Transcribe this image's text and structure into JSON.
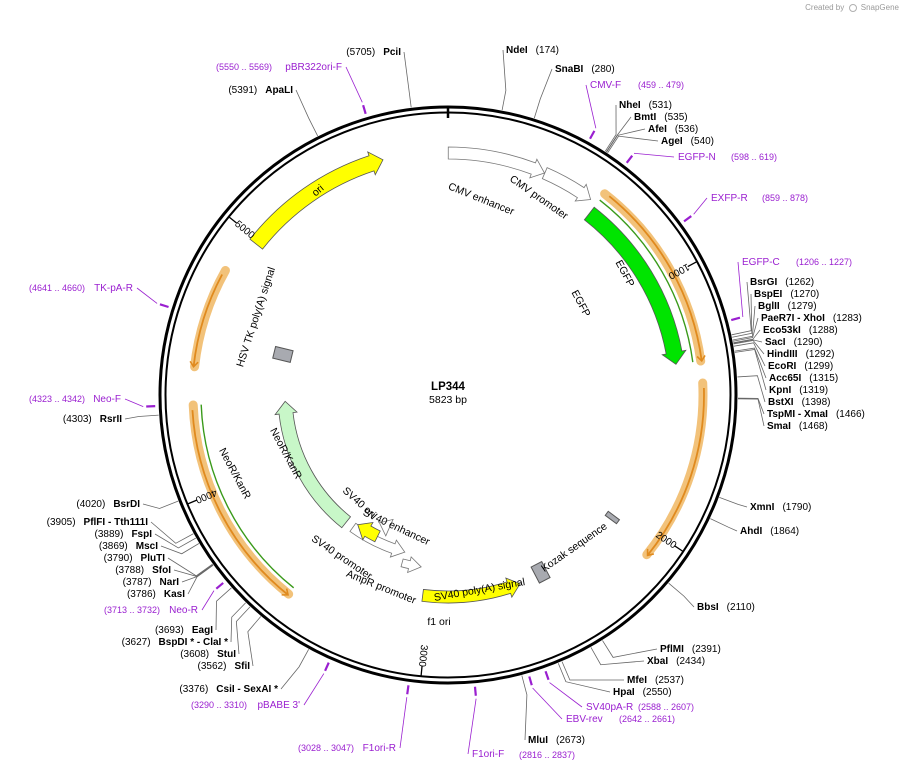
{
  "watermark": {
    "prefix": "Created by",
    "brand": "SnapGene",
    "logo_icon": "snapgene-logo-icon"
  },
  "plasmid": {
    "name": "LP344",
    "length_label": "5823 bp",
    "length_bp": 5823
  },
  "colors": {
    "backbone": "#000000",
    "egfp": "#00e400",
    "neo": "#c8f7c8",
    "ori": "#ffff00",
    "primer": "#9a1fd0",
    "orf_outline": "#f2c27a",
    "orf_arrow": "#e08a1e",
    "grey_box": "#a8aab0"
  },
  "ticks": [
    {
      "bp": 1000,
      "label": "1000"
    },
    {
      "bp": 2000,
      "label": "2000"
    },
    {
      "bp": 3000,
      "label": "3000"
    },
    {
      "bp": 4000,
      "label": "4000"
    },
    {
      "bp": 5000,
      "label": "5000"
    }
  ],
  "features": [
    {
      "name": "CMV enhancer",
      "start": 1,
      "end": 380,
      "type": "outline"
    },
    {
      "name": "CMV promoter",
      "start": 381,
      "end": 584,
      "type": "outline"
    },
    {
      "name": "EGFP",
      "start": 613,
      "end": 1332,
      "type": "egfp"
    },
    {
      "name": "Kozak sequence",
      "start": 2045,
      "end": 2054,
      "type": "box"
    },
    {
      "name": "SV40 poly(A) signal",
      "start": 2405,
      "end": 2526,
      "type": "box"
    },
    {
      "name": "f1 ori",
      "start": 2573,
      "end": 3028,
      "type": "ori",
      "reverse": true
    },
    {
      "name": "AmpR promoter",
      "start": 3055,
      "end": 3159,
      "type": "outline",
      "reverse": true
    },
    {
      "name": "SV40 promoter",
      "start": 3160,
      "end": 3489,
      "type": "outline",
      "reverse": true
    },
    {
      "name": "SV40 enhancer",
      "start": 3297,
      "end": 3368,
      "type": "outline"
    },
    {
      "name": "SV40 ori",
      "start": 3340,
      "end": 3475,
      "type": "ori"
    },
    {
      "name": "NeoR/KanR",
      "start": 3537,
      "end": 4331,
      "type": "neo"
    },
    {
      "name": "HSV TK poly(A) signal",
      "start": 4567,
      "end": 4614,
      "type": "box"
    },
    {
      "name": "ori",
      "start": 4985,
      "end": 5573,
      "type": "ori"
    }
  ],
  "orfs": [
    {
      "start": 613,
      "end": 1332,
      "direction": "cw",
      "inner": "EGFP"
    },
    {
      "start": 1412,
      "end": 2083,
      "direction": "cw",
      "inner": ""
    },
    {
      "start": 3537,
      "end": 4331,
      "direction": "ccw",
      "inner": "NeoR/KanR"
    },
    {
      "start": 4470,
      "end": 4840,
      "direction": "ccw",
      "inner": ""
    }
  ],
  "primer_marks": [
    {
      "bp": 469,
      "name": "CMV-F",
      "range": "(459 .. 479)"
    },
    {
      "bp": 608,
      "name": "EGFP-N",
      "range": "(598 .. 619)"
    },
    {
      "bp": 1216,
      "name": "EGFP-C",
      "range": "(1206 .. 1227)"
    },
    {
      "bp": 2597,
      "name": "SV40pA-R",
      "range": "(2588 .. 2607)"
    },
    {
      "bp": 2651,
      "name": "EBV-rev",
      "range": "(2642 .. 2661)"
    },
    {
      "bp": 2826,
      "name": "F1ori-F",
      "range": "(2816 .. 2837)"
    },
    {
      "bp": 3037,
      "name": "F1ori-R",
      "range": "(3028 .. 3047)"
    },
    {
      "bp": 3300,
      "name": "pBABE 3'",
      "range": "(3290 .. 3310)"
    },
    {
      "bp": 3722,
      "name": "Neo-R",
      "range": "(3713 .. 3732)"
    },
    {
      "bp": 4332,
      "name": "Neo-F",
      "range": "(4323 .. 4342)"
    },
    {
      "bp": 4650,
      "name": "TK-pA-R",
      "range": "(4641 .. 4660)"
    },
    {
      "bp": 5559,
      "name": "pBR322ori-F",
      "range": "(5550 .. 5569)"
    }
  ],
  "xfp_primer": {
    "bp": 868,
    "name": "EXFP-R",
    "range": "(859 .. 878)"
  },
  "enzymes": [
    {
      "name": "NdeI",
      "pos": "(174)",
      "bp": 174,
      "side": "right"
    },
    {
      "name": "SnaBI",
      "pos": "(280)",
      "bp": 280,
      "side": "right"
    },
    {
      "name": "NheI",
      "pos": "(531)",
      "bp": 531,
      "side": "right"
    },
    {
      "name": "BmtI",
      "pos": "(535)",
      "bp": 535,
      "side": "right"
    },
    {
      "name": "AfeI",
      "pos": "(536)",
      "bp": 536,
      "side": "right"
    },
    {
      "name": "AgeI",
      "pos": "(540)",
      "bp": 540,
      "side": "right"
    },
    {
      "name": "BsrGI",
      "pos": "(1262)",
      "bp": 1262,
      "side": "right"
    },
    {
      "name": "BspEI",
      "pos": "(1270)",
      "bp": 1270,
      "side": "right"
    },
    {
      "name": "BglII",
      "pos": "(1279)",
      "bp": 1279,
      "side": "right"
    },
    {
      "name": "PaeR7I  - XhoI",
      "pos": "(1283)",
      "bp": 1283,
      "side": "right"
    },
    {
      "name": "Eco53kI",
      "pos": "(1288)",
      "bp": 1288,
      "side": "right"
    },
    {
      "name": "SacI",
      "pos": "(1290)",
      "bp": 1290,
      "side": "right"
    },
    {
      "name": "HindIII",
      "pos": "(1292)",
      "bp": 1292,
      "side": "right"
    },
    {
      "name": "EcoRI",
      "pos": "(1299)",
      "bp": 1299,
      "side": "right"
    },
    {
      "name": "Acc65I",
      "pos": "(1315)",
      "bp": 1315,
      "side": "right"
    },
    {
      "name": "KpnI",
      "pos": "(1319)",
      "bp": 1319,
      "side": "right"
    },
    {
      "name": "BstXI",
      "pos": "(1398)",
      "bp": 1398,
      "side": "right"
    },
    {
      "name": "TspMI  - XmaI",
      "pos": "(1466)",
      "bp": 1466,
      "side": "right"
    },
    {
      "name": "SmaI",
      "pos": "(1468)",
      "bp": 1468,
      "side": "right"
    },
    {
      "name": "XmnI",
      "pos": "(1790)",
      "bp": 1790,
      "side": "right"
    },
    {
      "name": "AhdI",
      "pos": "(1864)",
      "bp": 1864,
      "side": "right"
    },
    {
      "name": "BbsI",
      "pos": "(2110)",
      "bp": 2110,
      "side": "right"
    },
    {
      "name": "PflMI",
      "pos": "(2391)",
      "bp": 2391,
      "side": "right"
    },
    {
      "name": "XbaI",
      "pos": "(2434)",
      "bp": 2434,
      "side": "right"
    },
    {
      "name": "MfeI",
      "pos": "(2537)",
      "bp": 2537,
      "side": "right"
    },
    {
      "name": "HpaI",
      "pos": "(2550)",
      "bp": 2550,
      "side": "right"
    },
    {
      "name": "MluI",
      "pos": "(2673)",
      "bp": 2673,
      "side": "right"
    },
    {
      "name": "CsiI  - SexAI *",
      "pos": "(3376)",
      "bp": 3376,
      "side": "left"
    },
    {
      "name": "SfiI",
      "pos": "(3562)",
      "bp": 3562,
      "side": "left"
    },
    {
      "name": "StuI",
      "pos": "(3608)",
      "bp": 3608,
      "side": "left"
    },
    {
      "name": "BspDI *  - ClaI *",
      "pos": "(3627)",
      "bp": 3627,
      "side": "left"
    },
    {
      "name": "EagI",
      "pos": "(3693)",
      "bp": 3693,
      "side": "left"
    },
    {
      "name": "KasI",
      "pos": "(3786)",
      "bp": 3786,
      "side": "left"
    },
    {
      "name": "NarI",
      "pos": "(3787)",
      "bp": 3787,
      "side": "left"
    },
    {
      "name": "SfoI",
      "pos": "(3788)",
      "bp": 3788,
      "side": "left"
    },
    {
      "name": "PluTI",
      "pos": "(3790)",
      "bp": 3790,
      "side": "left"
    },
    {
      "name": "MscI",
      "pos": "(3869)",
      "bp": 3869,
      "side": "left"
    },
    {
      "name": "FspI",
      "pos": "(3889)",
      "bp": 3889,
      "side": "left"
    },
    {
      "name": "PflFI  - Tth111I",
      "pos": "(3905)",
      "bp": 3905,
      "side": "left"
    },
    {
      "name": "BsrDI",
      "pos": "(4020)",
      "bp": 4020,
      "side": "left"
    },
    {
      "name": "RsrII",
      "pos": "(4303)",
      "bp": 4303,
      "side": "left"
    },
    {
      "name": "ApaLI",
      "pos": "(5391)",
      "bp": 5391,
      "side": "left"
    },
    {
      "name": "PciI",
      "pos": "(5705)",
      "bp": 5705,
      "side": "left"
    }
  ]
}
